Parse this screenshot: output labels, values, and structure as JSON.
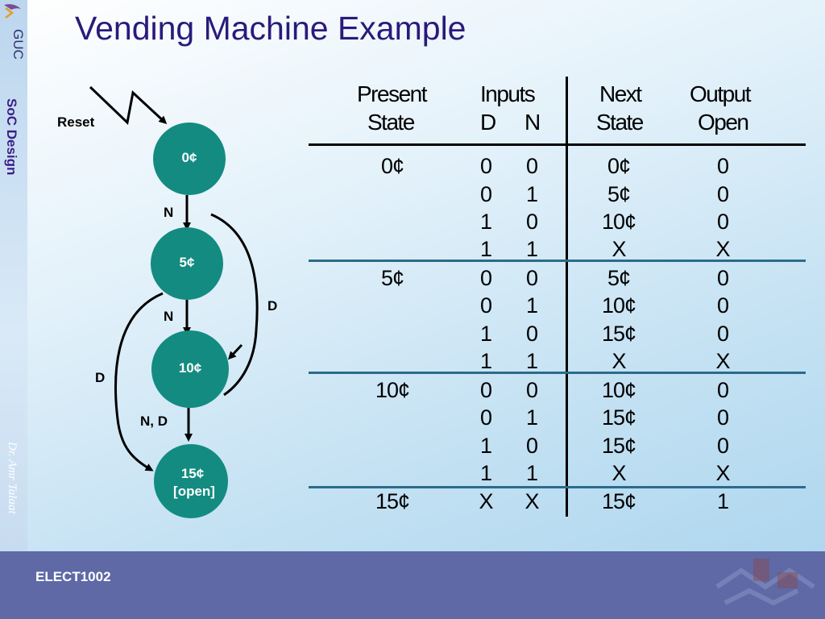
{
  "slide": {
    "title": "Vending Machine Example",
    "course": "ELECT1002",
    "sidebar_label": "SoC Design",
    "author": "Dr. Amr Talaat",
    "logo_text": "GUC"
  },
  "colors": {
    "state_fill": "#138b81",
    "title": "#2a1a7a",
    "separator": "#2b6b8a",
    "footer": "#5e69a6"
  },
  "diagram": {
    "reset_label": "Reset",
    "states": [
      "0¢",
      "5¢",
      "10¢",
      "15¢",
      "[open]"
    ],
    "edge_labels": {
      "n1": "N",
      "n2": "N",
      "nd": "N, D",
      "d_right": "D",
      "d_left": "D"
    }
  },
  "table": {
    "headers": {
      "present_1": "Present",
      "present_2": "State",
      "inputs_1": "Inputs",
      "inputs_d": "D",
      "inputs_n": "N",
      "next_1": "Next",
      "next_2": "State",
      "output_1": "Output",
      "output_2": "Open"
    },
    "rows": [
      [
        "0¢",
        "0",
        "0",
        "0¢",
        "0"
      ],
      [
        "",
        "0",
        "1",
        "5¢",
        "0"
      ],
      [
        "",
        "1",
        "0",
        "10¢",
        "0"
      ],
      [
        "",
        "1",
        "1",
        "X",
        "X"
      ],
      [
        "5¢",
        "0",
        "0",
        "5¢",
        "0"
      ],
      [
        "",
        "0",
        "1",
        "10¢",
        "0"
      ],
      [
        "",
        "1",
        "0",
        "15¢",
        "0"
      ],
      [
        "",
        "1",
        "1",
        "X",
        "X"
      ],
      [
        "10¢",
        "0",
        "0",
        "10¢",
        "0"
      ],
      [
        "",
        "0",
        "1",
        "15¢",
        "0"
      ],
      [
        "",
        "1",
        "0",
        "15¢",
        "0"
      ],
      [
        "",
        "1",
        "1",
        "X",
        "X"
      ],
      [
        "15¢",
        "X",
        "X",
        "15¢",
        "1"
      ]
    ]
  }
}
